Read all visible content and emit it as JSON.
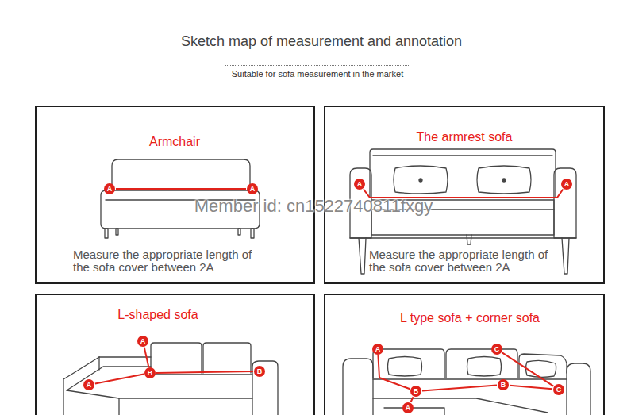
{
  "diagram": {
    "title": "Sketch map of measurement and annotation",
    "nodes": [
      {
        "text": [
          "Suitable for sofa measurement in the market"
        ]
      },
      {
        "text": [
          "Armchair",
          "Measure the appropriate length of the sofa cover between 2A"
        ]
      },
      {
        "text": [
          "A"
        ],
        "in": 1
      },
      {
        "text": [
          "A"
        ],
        "in": 1
      },
      {
        "text": [
          "The armrest sofa",
          "Measure the appropriate length of the sofa cover between 2A"
        ]
      },
      {
        "text": [
          "A"
        ],
        "in": 4
      },
      {
        "text": [
          "A"
        ],
        "in": 4
      },
      {
        "text": [
          "L-shaped sofa"
        ]
      },
      {
        "text": [
          "A"
        ],
        "in": 7
      },
      {
        "text": [
          "B"
        ],
        "in": 7
      },
      {
        "text": [
          "B"
        ],
        "in": 7
      },
      {
        "text": [
          "A"
        ],
        "in": 7
      },
      {
        "text": [
          "L type sofa + corner sofa"
        ]
      },
      {
        "text": [
          "A"
        ],
        "in": 12
      },
      {
        "text": [
          "C"
        ],
        "in": 12
      },
      {
        "text": [
          "B"
        ],
        "in": 12
      },
      {
        "text": [
          "B"
        ],
        "in": 12
      },
      {
        "text": [
          "C"
        ],
        "in": 12
      },
      {
        "text": [
          "A"
        ],
        "in": 12
      }
    ],
    "edges": [
      {
        "from": 2,
        "to": 3,
        "arrow": "none"
      },
      {
        "from": 5,
        "to": 6,
        "arrow": "none"
      },
      {
        "from": 8,
        "to": 9,
        "arrow": "none"
      },
      {
        "from": 11,
        "to": 9,
        "arrow": "none"
      },
      {
        "from": 9,
        "to": 10,
        "arrow": "none"
      },
      {
        "from": 13,
        "to": 15,
        "arrow": "none"
      },
      {
        "from": 18,
        "to": 15,
        "arrow": "none"
      },
      {
        "from": 15,
        "to": 16,
        "arrow": "none"
      },
      {
        "from": 16,
        "to": 17,
        "arrow": "none"
      },
      {
        "from": 14,
        "to": 17,
        "arrow": "none"
      }
    ],
    "labels": [
      "Member id: cn1522740811fxgy"
    ]
  }
}
